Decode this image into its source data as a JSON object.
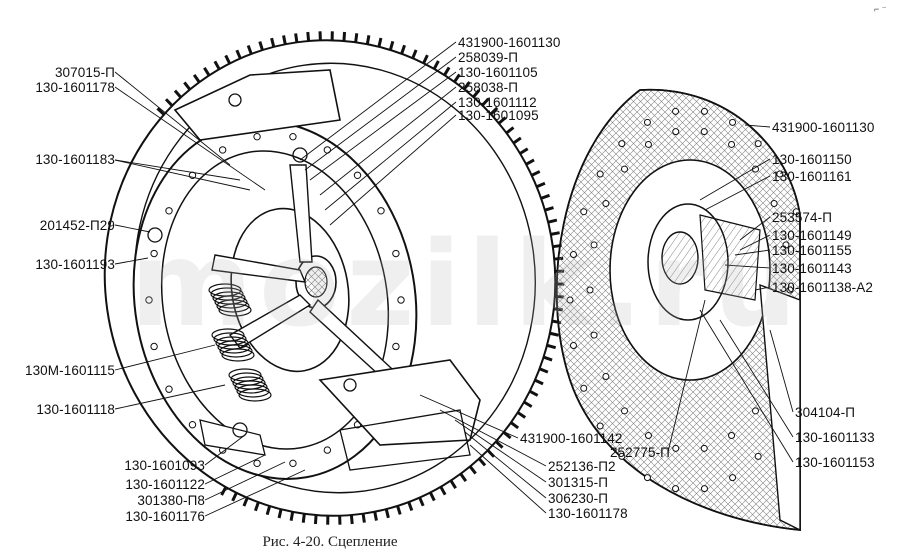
{
  "labels_left": [
    {
      "id": "l1",
      "text": "307015-П"
    },
    {
      "id": "l2",
      "text": "130-1601178"
    },
    {
      "id": "l3",
      "text": "130-1601183"
    },
    {
      "id": "l4",
      "text": "201452-П29"
    },
    {
      "id": "l5",
      "text": "130-1601193"
    },
    {
      "id": "l6",
      "text": "130М-1601115"
    },
    {
      "id": "l7",
      "text": "130-1601118"
    },
    {
      "id": "l8",
      "text": "130-1601093"
    },
    {
      "id": "l9",
      "text": "130-1601122"
    },
    {
      "id": "l10",
      "text": "301380-П8"
    },
    {
      "id": "l11",
      "text": "130-1601176"
    }
  ],
  "labels_top": [
    {
      "id": "t1",
      "text": "431900-1601130"
    },
    {
      "id": "t2",
      "text": "258039-П"
    },
    {
      "id": "t3",
      "text": "130-1601105"
    },
    {
      "id": "t4",
      "text": "258038-П"
    },
    {
      "id": "t5",
      "text": "130-1601112"
    },
    {
      "id": "t6",
      "text": "130-1601095"
    }
  ],
  "labels_bottom": [
    {
      "id": "b1",
      "text": "431900-1601142"
    },
    {
      "id": "b2",
      "text": "252775-П"
    },
    {
      "id": "b3",
      "text": "252136-П2"
    },
    {
      "id": "b4",
      "text": "301315-П"
    },
    {
      "id": "b5",
      "text": "306230-П"
    },
    {
      "id": "b6",
      "text": "130-1601178"
    }
  ],
  "labels_right": [
    {
      "id": "r1",
      "text": "431900-1601130"
    },
    {
      "id": "r2",
      "text": "130-1601150"
    },
    {
      "id": "r3",
      "text": "130-1601161"
    },
    {
      "id": "r4",
      "text": "253574-П"
    },
    {
      "id": "r5",
      "text": "130-1601149"
    },
    {
      "id": "r6",
      "text": "130-1601155"
    },
    {
      "id": "r7",
      "text": "130-1601143"
    },
    {
      "id": "r8",
      "text": "130-1601138-А2"
    },
    {
      "id": "r9",
      "text": "304104-П"
    },
    {
      "id": "r10",
      "text": "130-1601133"
    },
    {
      "id": "r11",
      "text": "130-1601153"
    }
  ],
  "caption": "Рис. 4-20. Сцепление",
  "watermark": "mozilk.ru",
  "colors": {
    "ink": "#111111",
    "hatch": "#555555",
    "paper": "#ffffff"
  }
}
